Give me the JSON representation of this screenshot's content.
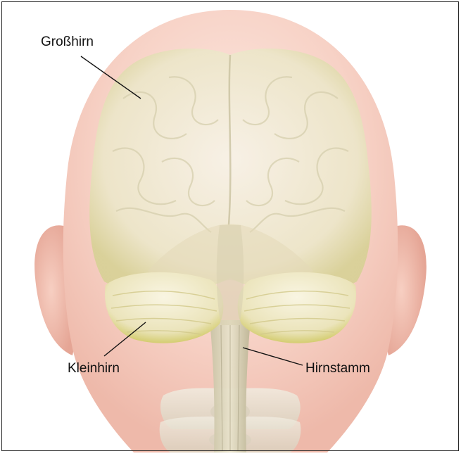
{
  "labels": {
    "cerebrum": "Großhirn",
    "cerebellum": "Kleinhirn",
    "brainstem": "Hirnstamm"
  },
  "colors": {
    "skin": "#f6cfc4",
    "skin_light": "#fbe6df",
    "ear": "#f0b7a9",
    "brain": "#f2ecd9",
    "brain_edge": "#d8d49a",
    "cerebellum": "#efe9c7",
    "cerebellum_edge": "#c9c35a",
    "bone": "#e8e2d2",
    "leader_line": "#111111"
  }
}
